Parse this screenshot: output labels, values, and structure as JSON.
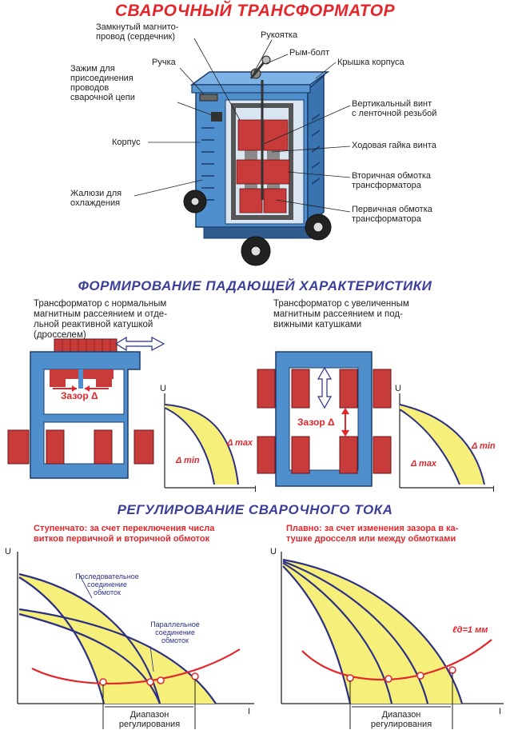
{
  "titles": {
    "main": "СВАРОЧНЫЙ ТРАНСФОРМАТОР",
    "section2": "ФОРМИРОВАНИЕ ПАДАЮЩЕЙ ХАРАКТЕРИСТИКИ",
    "section3": "РЕГУЛИРОВАНИЕ СВАРОЧНОГО ТОКА"
  },
  "parts": {
    "core": "Замкнутый магнито-\nпровод (сердечник)",
    "crank": "Рукоятка",
    "eyebolt": "Рым-болт",
    "lid": "Крышка корпуса",
    "handle": "Ручка",
    "clamp": "Зажим для\nприсоединения\nпроводов\nсварочной цепи",
    "screw": "Вертикальный винт\nс ленточной резьбой",
    "body": "Корпус",
    "nut": "Ходовая гайка винта",
    "secondary": "Вторичная обмотка\nтрансформатора",
    "louvers": "Жалюзи для\nохлаждения",
    "primary": "Первичная обмотка\nтрансформатора"
  },
  "section2": {
    "left_caption": "Трансформатор с нормальным\nмагнитным рассеянием и отде-\nльной реактивной катушкой\n(дросселем)",
    "right_caption": "Трансформатор с увеличенным\nмагнитным рассеянием и под-\nвижными катушками",
    "gap_label": "Зазор Δ",
    "axis_u": "U",
    "axis_i": "I",
    "left_graph": {
      "upper": "Δ max",
      "lower": "Δ min"
    },
    "right_graph": {
      "upper": "Δ min",
      "lower": "Δ max"
    }
  },
  "section3": {
    "left_caption": "Ступенчато: за счет переключения числа\nвитков первичной и вторичной обмоток",
    "right_caption": "Плавно: за счет изменения зазора в ка-\nтушке дросселя или между обмотками",
    "series_label": "Последовательное\nсоединение\nобмоток",
    "parallel_label": "Параллельное\nсоединение\nобмоток",
    "arc_label": "ℓд=1 мм",
    "axis_u": "U",
    "axis_i": "I",
    "range_left": "Диапазон\nрегулирования",
    "range_right": "Диапазон\nрегулирования"
  },
  "colors": {
    "red": "#e3262b",
    "navy": "#2b2f86",
    "steel": "#4f8fce",
    "yellow": "#f6ef7a",
    "coil": "#c73b3a"
  }
}
